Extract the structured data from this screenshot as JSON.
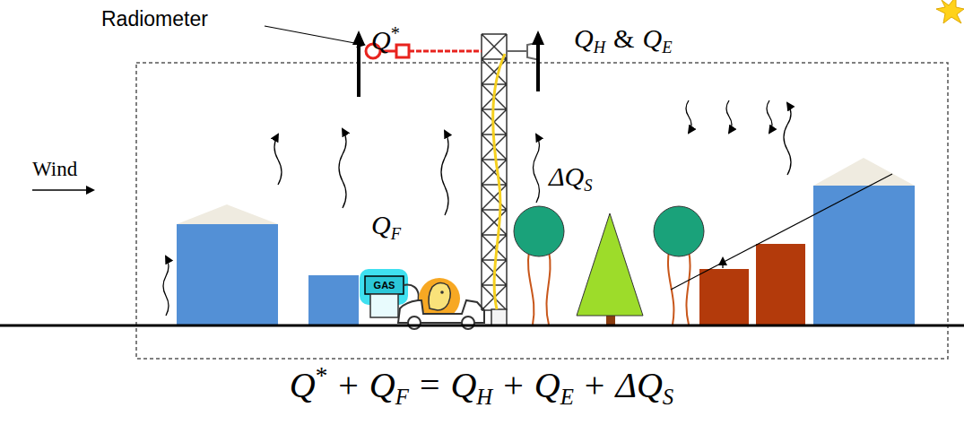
{
  "diagram": {
    "labels": [
      "Radiometer",
      "Q",
      "*",
      "Q",
      "H",
      "&",
      "Q",
      "E",
      "Wind",
      "Q",
      "F",
      "ΔQ",
      "S",
      "GAS",
      "Q",
      "*",
      "+",
      "Q",
      "F",
      "=",
      "Q",
      "H",
      "+",
      "Q",
      "E",
      "+",
      "ΔQ",
      "S"
    ]
  }
}
